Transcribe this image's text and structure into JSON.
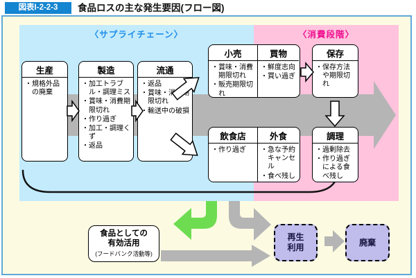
{
  "header": {
    "figure_label": "図表I-2-2-3",
    "title": "食品ロスの主な発生要因(フロー図)"
  },
  "labels": {
    "supply_chain": "〈サプライチェーン〉",
    "consumption": "〈消費段階〉"
  },
  "boxes": {
    "production": {
      "title": "生産",
      "items": [
        "・規格外品の廃棄"
      ]
    },
    "manufacturing": {
      "title": "製造",
      "items": [
        "・加工トラブル・調理ミス",
        "・賞味・消費期限切れ",
        "・作り過ぎ",
        "・加工・調理くず",
        "・返品"
      ]
    },
    "distribution": {
      "title": "流通",
      "items": [
        "・返品",
        "・賞味・消費期限切れ",
        "・輸送中の破損"
      ]
    },
    "retail": {
      "title": "小売",
      "items": [
        "・賞味・消費期限切れ",
        "・販売期限切れ"
      ]
    },
    "shopping": {
      "title": "買物",
      "items": [
        "・鮮度志向",
        "・買い過ぎ"
      ]
    },
    "storage": {
      "title": "保存",
      "items": [
        "・保存方法や期限切れ"
      ]
    },
    "restaurant": {
      "title": "飲食店",
      "items": [
        "・作り過ぎ"
      ]
    },
    "eating_out": {
      "title": "外食",
      "items": [
        "・急な予約キャンセル",
        "・食べ残し"
      ]
    },
    "cooking": {
      "title": "調理",
      "items": [
        "・過剰除去",
        "・作り過ぎによる食べ残し"
      ]
    }
  },
  "bottom": {
    "reuse_food": {
      "line1": "食品としての",
      "line2": "有効活用",
      "note": "(フードバンク活動等)"
    },
    "recycle": {
      "line1": "再生",
      "line2": "利用"
    },
    "disposal": {
      "label": "廃棄"
    }
  },
  "colors": {
    "header_label_bg": "#1485D0",
    "frame_border": "#5FA8D8",
    "page_bg": "#FCFBE2",
    "supply_chain_bg": "#C3EBFC",
    "consumption_bg": "#FFC3DE",
    "supply_chain_text": "#1E8EE8",
    "consumption_text": "#F01090",
    "flow_gray": "#B5B5B5",
    "reuse_green": "#6EDC50",
    "dashed_box_bg": "#C0BCEC"
  }
}
